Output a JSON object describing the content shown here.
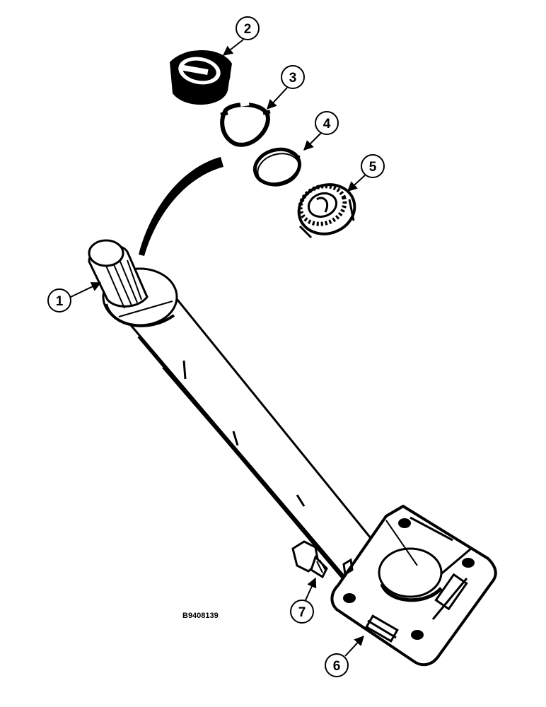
{
  "figure_ref": "B9408139",
  "callouts": [
    {
      "id": "1"
    },
    {
      "id": "2"
    },
    {
      "id": "3"
    },
    {
      "id": "4"
    },
    {
      "id": "5"
    },
    {
      "id": "6"
    },
    {
      "id": "7"
    }
  ]
}
